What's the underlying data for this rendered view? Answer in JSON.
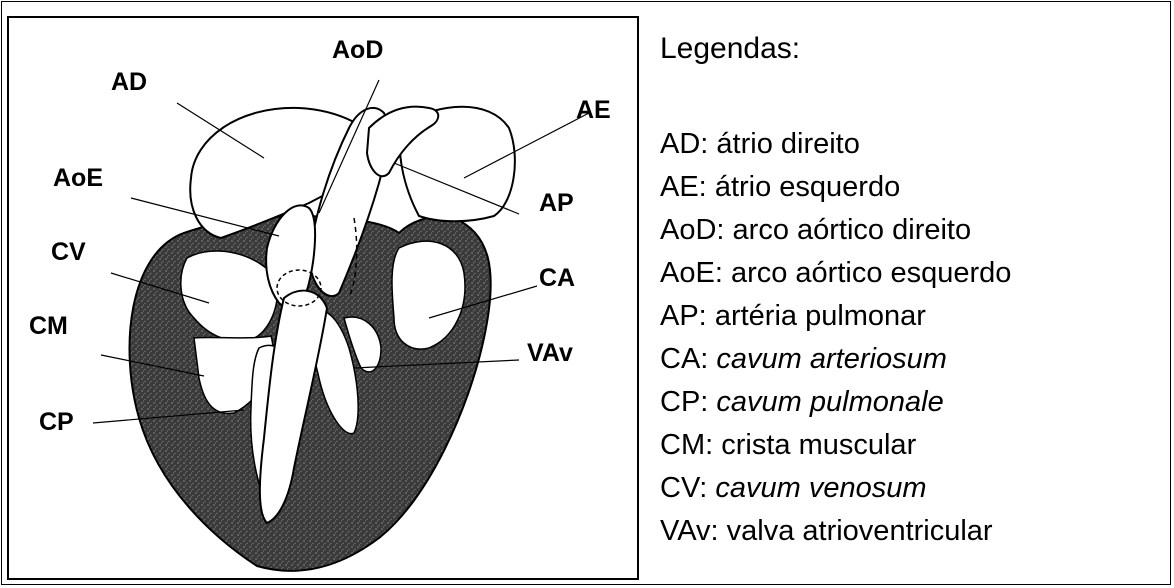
{
  "figure": {
    "labels": {
      "ad": "AD",
      "aod": "AoD",
      "ae": "AE",
      "aoe": "AoE",
      "ap": "AP",
      "cv": "CV",
      "ca": "CA",
      "cm": "CM",
      "vav": "VAv",
      "cp": "CP"
    }
  },
  "legend": {
    "title": "Legendas:",
    "items": [
      {
        "code": "AD:",
        "desc": "átrio direito",
        "italic": false
      },
      {
        "code": "AE:",
        "desc": "átrio esquerdo",
        "italic": false
      },
      {
        "code": "AoD:",
        "desc": "arco aórtico direito",
        "italic": false
      },
      {
        "code": "AoE:",
        "desc": "arco aórtico esquerdo",
        "italic": false
      },
      {
        "code": "AP:",
        "desc": "artéria pulmonar",
        "italic": false
      },
      {
        "code": "CA:",
        "desc": "cavum arteriosum",
        "italic": true
      },
      {
        "code": "CP:",
        "desc": "cavum pulmonale",
        "italic": true
      },
      {
        "code": "CM:",
        "desc": "crista muscular",
        "italic": false
      },
      {
        "code": "CV:",
        "desc": "cavum venosum",
        "italic": true
      },
      {
        "code": "VAv:",
        "desc": "valva atrioventricular",
        "italic": false
      }
    ]
  }
}
